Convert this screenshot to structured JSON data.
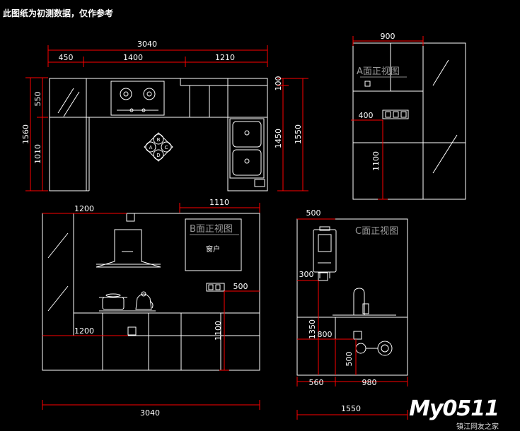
{
  "note": "此图纸为初测数据，仅作参考",
  "colors": {
    "background": "#000000",
    "lines": "#ffffff",
    "dims": "#ff0000",
    "text": "#ffffff",
    "title": "#9a9a9a"
  },
  "dims": {
    "d3040_top": "3040",
    "d450": "450",
    "d1400": "1400",
    "d1210": "1210",
    "d550": "550",
    "d1010": "1010",
    "d1560": "1560",
    "d100": "100",
    "d1450": "1450",
    "d1550_right": "1550",
    "d900": "900",
    "d400": "400",
    "d1100_a": "1100",
    "d1200_top": "1200",
    "d1110": "1110",
    "d500_b": "500",
    "d1200_bottom": "1200",
    "d1100_b": "1100",
    "d3040_bottom": "3040",
    "d500_c": "500",
    "d300": "300",
    "d1350": "1350",
    "d800": "800",
    "d500_c2": "500",
    "d560": "560",
    "d980": "980",
    "d1550_bottom": "1550"
  },
  "labels": {
    "view_a": "A面正视图",
    "view_b": "B面正视图",
    "view_c": "C面正视图",
    "window": "窗户",
    "compass": [
      "A",
      "B",
      "C",
      "D"
    ]
  },
  "watermark": {
    "main": "My0511",
    "sub": "镇江网友之家"
  }
}
